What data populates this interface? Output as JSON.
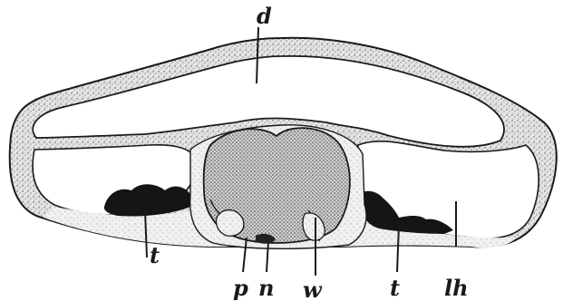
{
  "figure": {
    "labels": {
      "d": "d",
      "lh": "lh",
      "t_left": "t",
      "t_right": "t",
      "p": "p",
      "n": "n",
      "w": "w"
    },
    "colors": {
      "ink": "#1a1a1a",
      "stipple_light": "#d9d9d9",
      "stipple_mid": "#bdbdbd",
      "dark_mass": "#151515",
      "cavity": "#ffffff"
    }
  }
}
